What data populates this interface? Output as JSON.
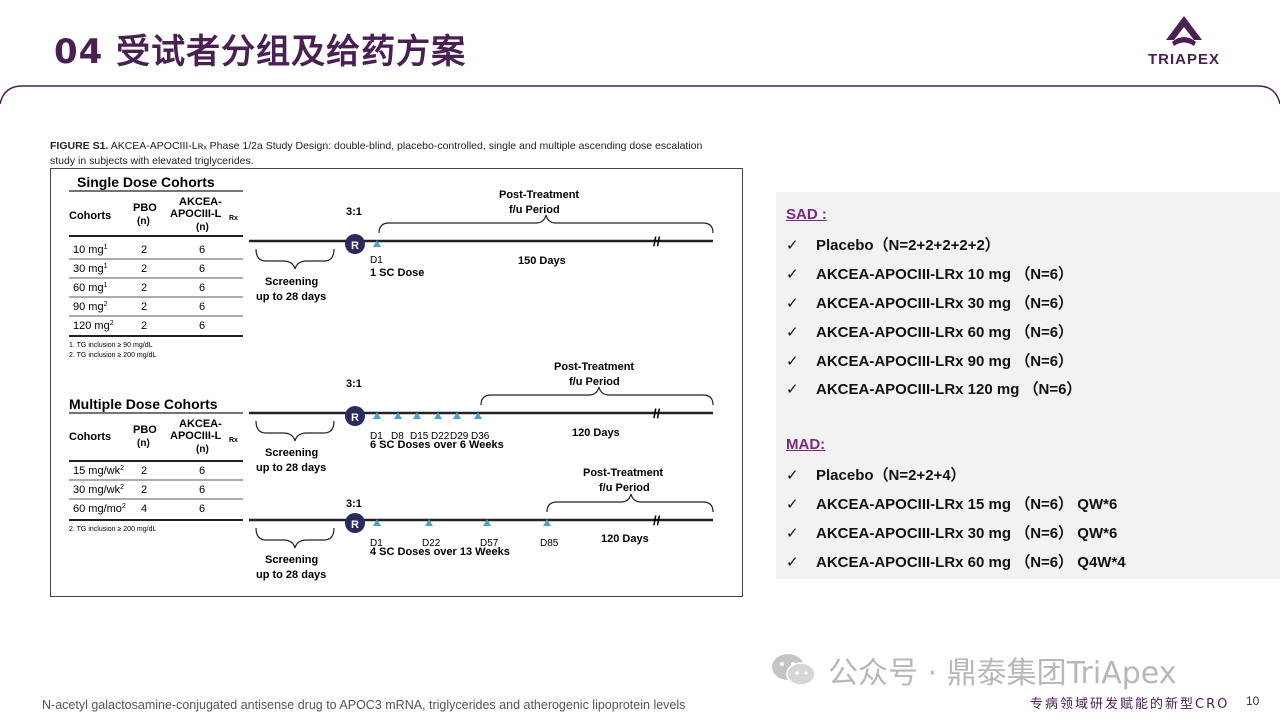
{
  "header": {
    "title": "04 受试者分组及给药方案",
    "logo_text": "TRIAPEX"
  },
  "figure": {
    "caption_bold": "FIGURE S1.",
    "caption_text": " AKCEA-APOCIII-Lʀₓ Phase 1/2a Study Design: double-blind, placebo-controlled, single and multiple ascending dose escalation study in subjects with elevated triglycerides.",
    "sad_table": {
      "title": "Single Dose Cohorts",
      "headers": [
        "Cohorts",
        "PBO",
        "(n)",
        "AKCEA-",
        "APOCIII-L",
        "Rx",
        "(n)"
      ],
      "rows": [
        [
          "10 mg",
          "1",
          "2",
          "6"
        ],
        [
          "30 mg",
          "1",
          "2",
          "6"
        ],
        [
          "60 mg",
          "1",
          "2",
          "6"
        ],
        [
          "90 mg",
          "2",
          "2",
          "6"
        ],
        [
          "120 mg",
          "2",
          "2",
          "6"
        ]
      ],
      "notes": [
        "1. TG inclusion ≥ 90 mg/dL",
        "2. TG inclusion ≥ 200 mg/dL"
      ]
    },
    "mad_table": {
      "title": "Multiple Dose Cohorts",
      "rows": [
        [
          "15 mg/wk",
          "2",
          "2",
          "6"
        ],
        [
          "30 mg/wk",
          "2",
          "2",
          "6"
        ],
        [
          "60 mg/mo",
          "2",
          "4",
          "6"
        ]
      ],
      "notes": [
        "2. TG inclusion ≥ 200 mg/dL"
      ]
    },
    "timeline": {
      "ratio": "3:1",
      "randomize": "R",
      "screening_line1": "Screening",
      "screening_line2": "up to 28 days",
      "post_line1": "Post-Treatment",
      "post_line2": "f/u Period",
      "sad_day": "D1",
      "sad_dose": "1 SC Dose",
      "sad_period": "150 Days",
      "mad1_days": [
        "D1",
        "D8",
        "D15",
        "D22",
        "D29",
        "D36"
      ],
      "mad1_dose": "6 SC Doses over 6 Weeks",
      "mad1_period": "120 Days",
      "mad2_days": [
        "D1",
        "D22",
        "D57",
        "D85"
      ],
      "mad2_dose": "4 SC Doses over 13 Weeks",
      "mad2_period": "120 Days"
    }
  },
  "panel": {
    "sad_label": "SAD :",
    "sad_items": [
      "Placebo（N=2+2+2+2+2）",
      "AKCEA-APOCIII-LRx 10 mg （N=6）",
      "AKCEA-APOCIII-LRx 30 mg （N=6）",
      "AKCEA-APOCIII-LRx 60 mg （N=6）",
      "AKCEA-APOCIII-LRx 90 mg （N=6）",
      "AKCEA-APOCIII-LRx 120 mg （N=6）"
    ],
    "mad_label": "MAD: ",
    "mad_items": [
      "Placebo（N=2+2+4）",
      "AKCEA-APOCIII-LRx 15 mg （N=6） QW*6",
      "AKCEA-APOCIII-LRx 30 mg （N=6） QW*6",
      "AKCEA-APOCIII-LRx 60 mg （N=6） Q4W*4"
    ],
    "check_symbol": "✓"
  },
  "watermark": {
    "text": "公众号 · 鼎泰集团TriApex"
  },
  "footer": {
    "note": "N-acetyl galactosamine-conjugated antisense drug to APOC3 mRNA, triglycerides and atherogenic lipoprotein levels",
    "slogan": "专病领域研发赋能的新型CRO",
    "page": "10"
  },
  "colors": {
    "brand": "#4a1f52",
    "accent": "#7a2a7e",
    "panel_bg": "#f2f2f2",
    "randomize_circle": "#2b2a5e",
    "dose_marker": "#4aa3c9"
  }
}
